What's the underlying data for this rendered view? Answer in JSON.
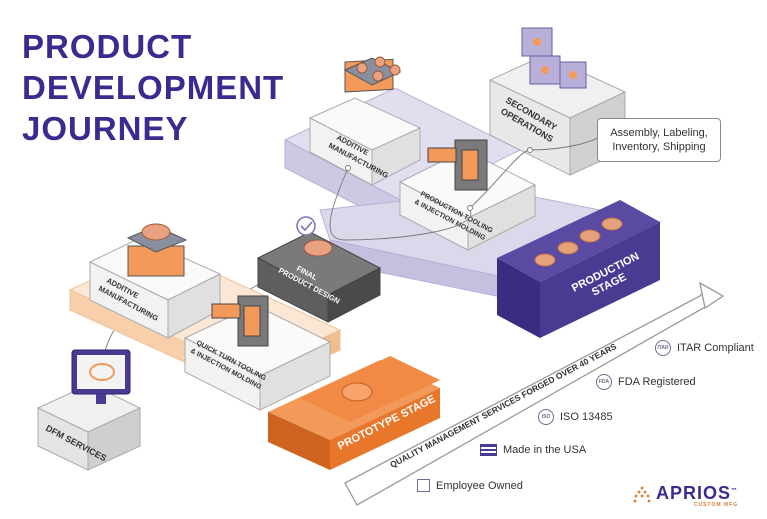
{
  "title": {
    "line1": "PRODUCT",
    "line2": "DEVELOPMENT",
    "line3": "JOURNEY"
  },
  "labels": {
    "additive_mfg_top_1": "ADDITIVE",
    "additive_mfg_top_2": "MANUFACTURING",
    "production_tooling_1": "PRODUCTION TOOLING",
    "production_tooling_2": "& INJECTION MOLDING",
    "secondary_ops_1": "SECONDARY",
    "secondary_ops_2": "OPERATIONS",
    "final_design_1": "FINAL",
    "final_design_2": "PRODUCT DESIGN",
    "production_stage_1": "PRODUCTION",
    "production_stage_2": "STAGE",
    "additive_mfg_low_1": "ADDITIVE",
    "additive_mfg_low_2": "MANUFACTURING",
    "quick_turn_1": "QUICK TURN TOOLING",
    "quick_turn_2": "& INJECTION MOLDING",
    "prototype_stage": "PROTOTYPE STAGE",
    "dfm_services": "DFM SERVICES",
    "arrow_text": "QUALITY MANAGEMENT SERVICES FORGED OVER 40 YEARS"
  },
  "callout": {
    "line1": "Assembly, Labeling,",
    "line2": "Inventory, Shipping"
  },
  "certs": [
    {
      "label": "ITAR Compliant",
      "icon": "itar-badge-icon",
      "abbr": "ITAR"
    },
    {
      "label": "FDA Registered",
      "icon": "fda-badge-icon",
      "abbr": "FDA"
    },
    {
      "label": "ISO 13485",
      "icon": "iso-badge-icon",
      "abbr": "ISO"
    },
    {
      "label": "Made in the USA",
      "icon": "flag-icon",
      "abbr": ""
    },
    {
      "label": "Employee Owned",
      "icon": "box-people-icon",
      "abbr": ""
    }
  ],
  "brand": {
    "name": "APRIOS",
    "tagline": "CUSTOM MFG",
    "trademark": "™"
  },
  "colors": {
    "purple_dark": "#3d2a8f",
    "purple_stage": "#4a3a91",
    "lavender": "#cfc8e4",
    "orange": "#e8762b",
    "peach": "#f9d9bd",
    "gray_dark": "#5e5e5e"
  }
}
